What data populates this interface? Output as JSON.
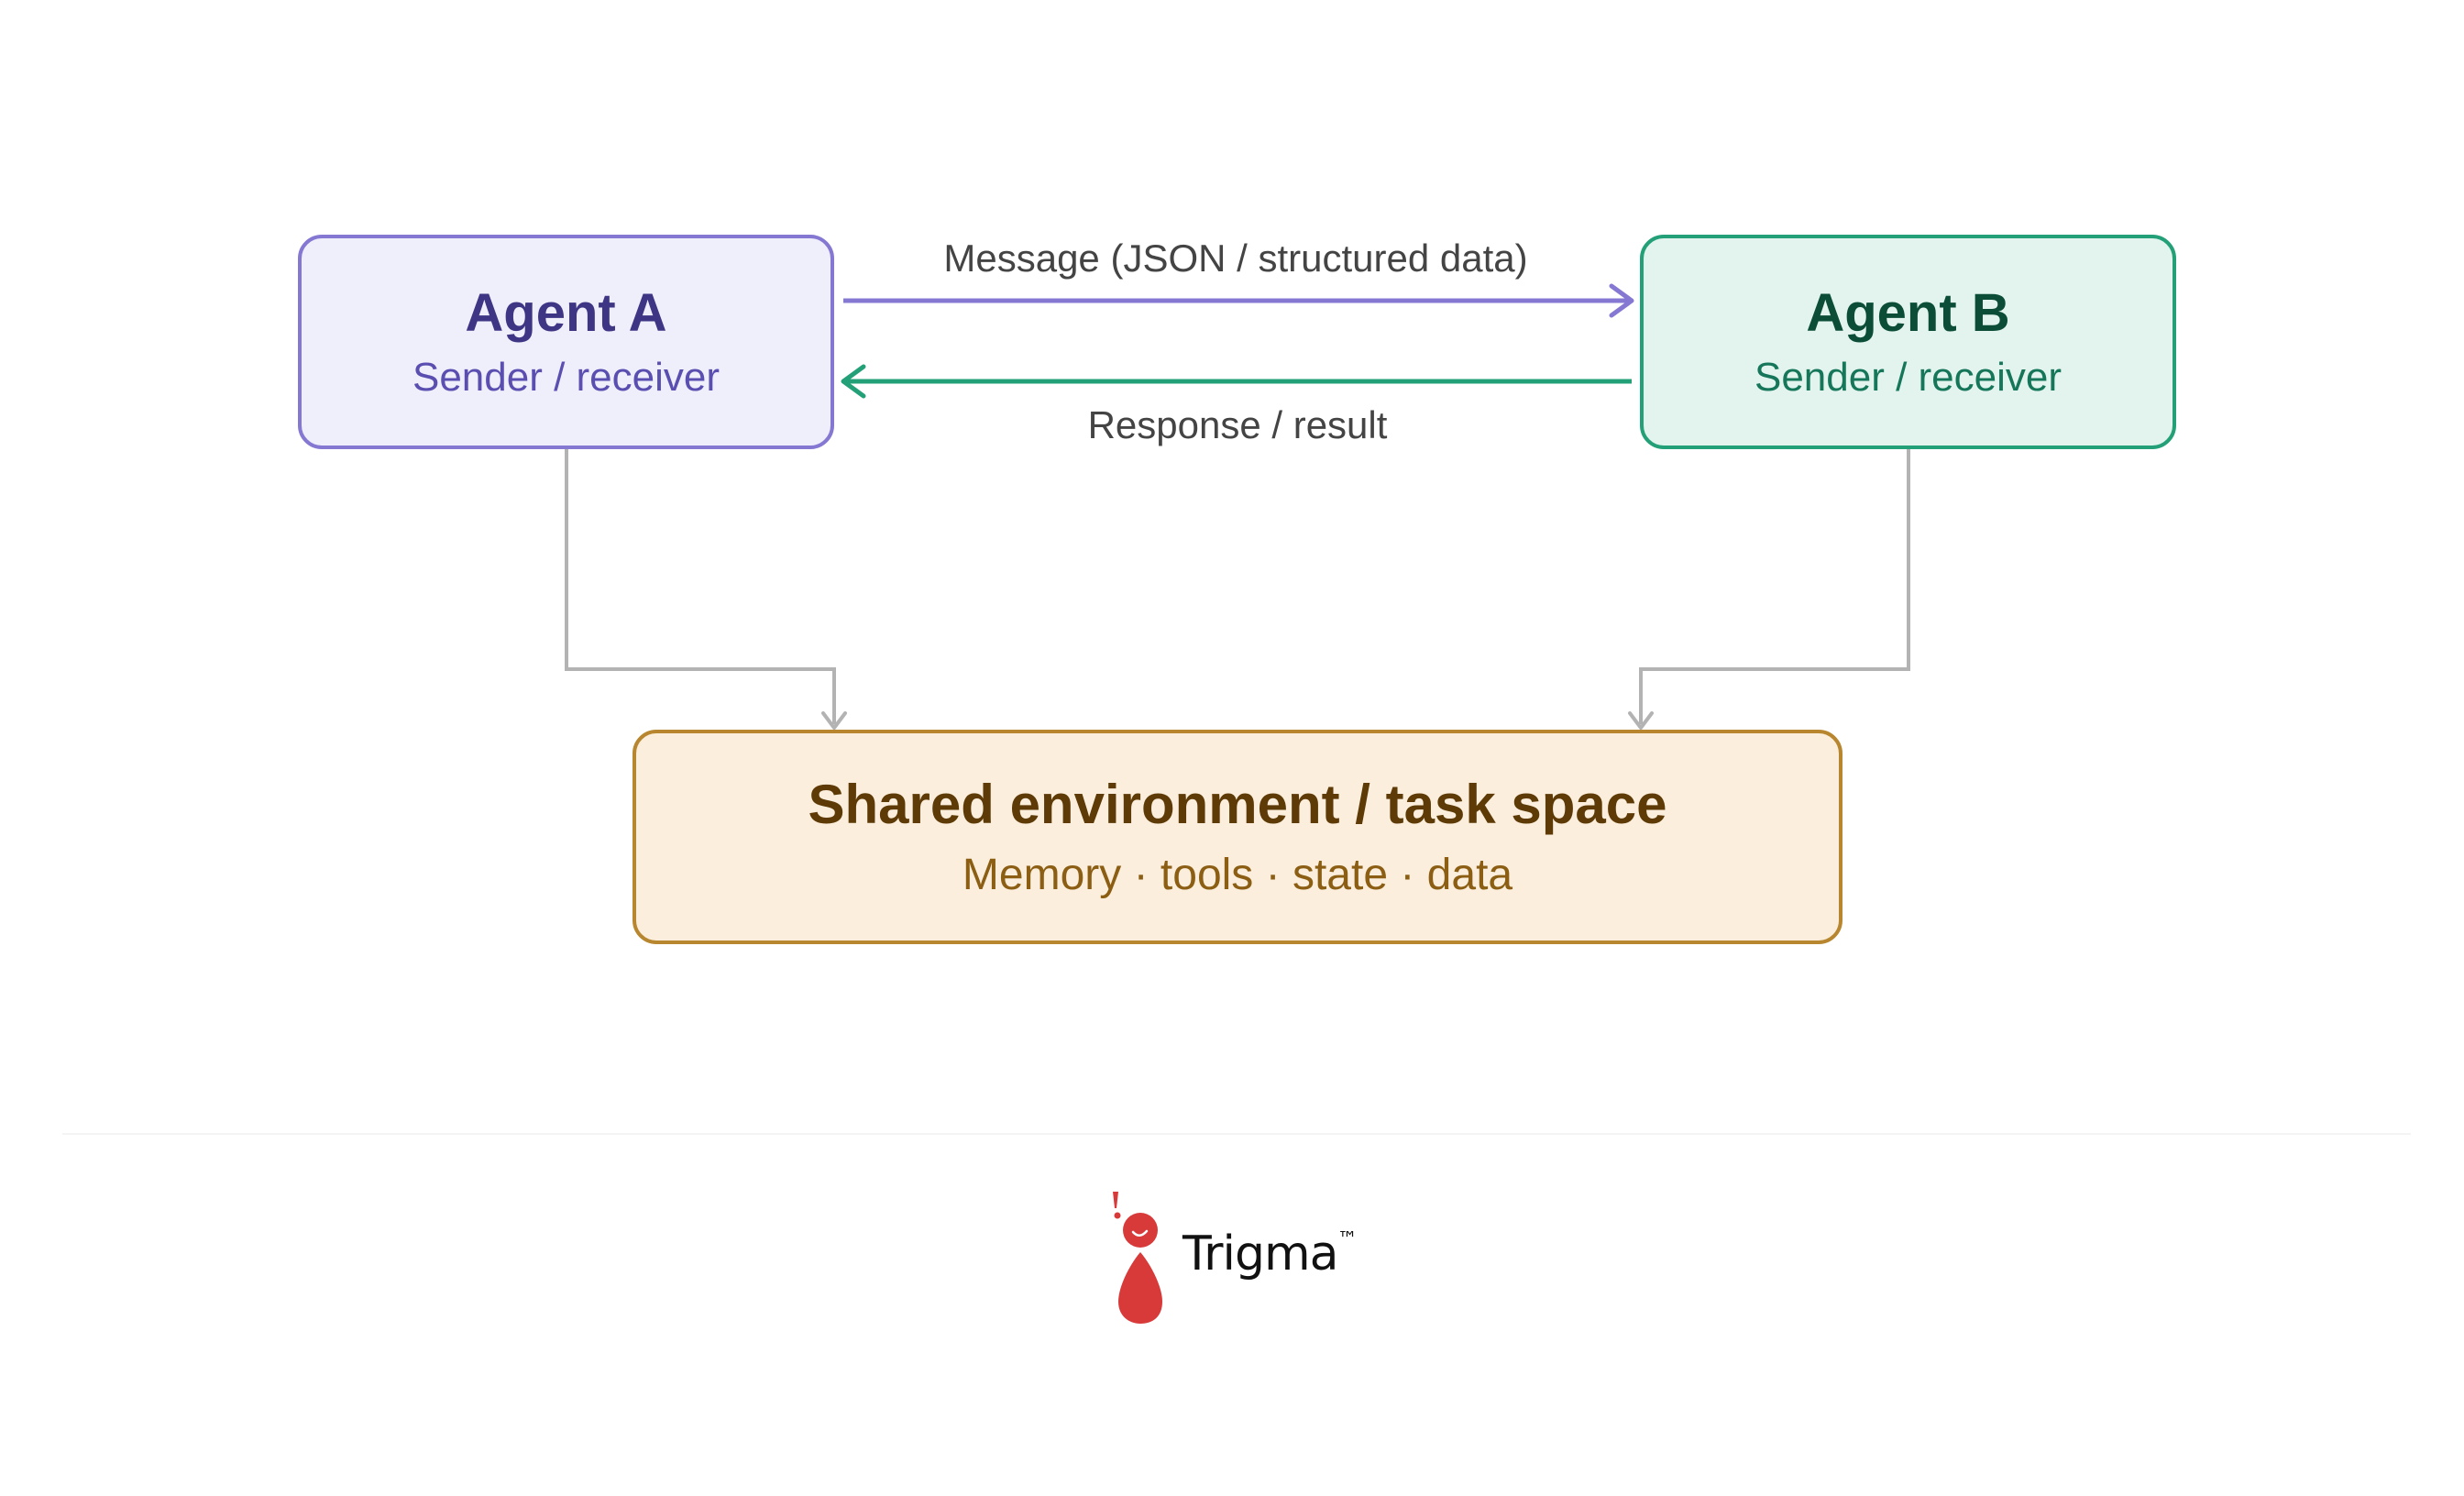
{
  "agent_a": {
    "title": "Agent A",
    "subtitle": "Sender / receiver",
    "fill": "#efeefb",
    "border": "#8478d2"
  },
  "agent_b": {
    "title": "Agent B",
    "subtitle": "Sender / receiver",
    "fill": "#e2f4ed",
    "border": "#23a077"
  },
  "shared_environment": {
    "title": "Shared environment / task space",
    "subtitle": "Memory · tools · state · data",
    "fill": "#fbeedc",
    "border": "#b7862f"
  },
  "edges": {
    "message_label": "Message (JSON / structured data)",
    "message_color": "#8478d2",
    "response_label": "Response / result",
    "response_color": "#23a077",
    "connector_color": "#b3b3b3"
  },
  "logo": {
    "name": "Trigma",
    "mark": "™",
    "color": "#d83a3a"
  }
}
